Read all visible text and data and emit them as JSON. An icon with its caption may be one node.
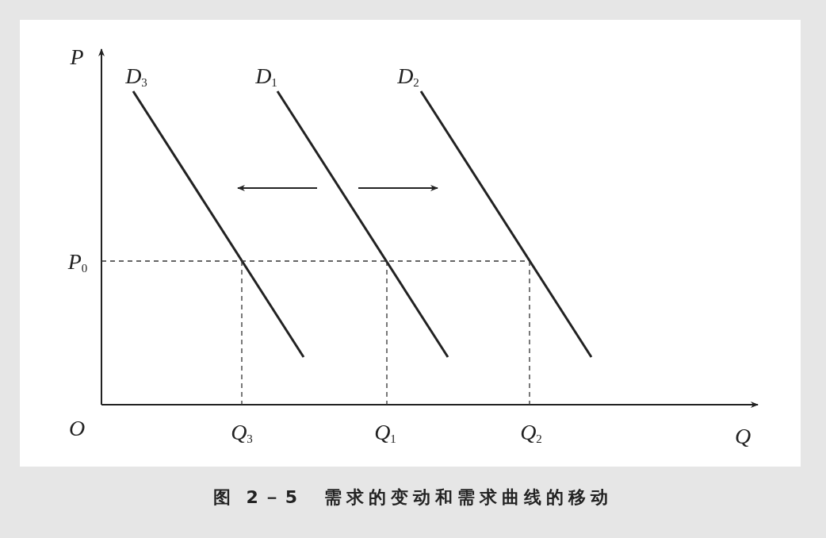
{
  "diagram": {
    "caption": "图 2－5　需求的变动和需求曲线的移动",
    "labels": [
      "P",
      "D$_{3}$",
      "D$_{1}$",
      "D$_{2}$",
      "P$_{0}$",
      "O",
      "Q$_{3}$",
      "Q$_{1}$",
      "Q$_{2}$",
      "Q"
    ]
  }
}
